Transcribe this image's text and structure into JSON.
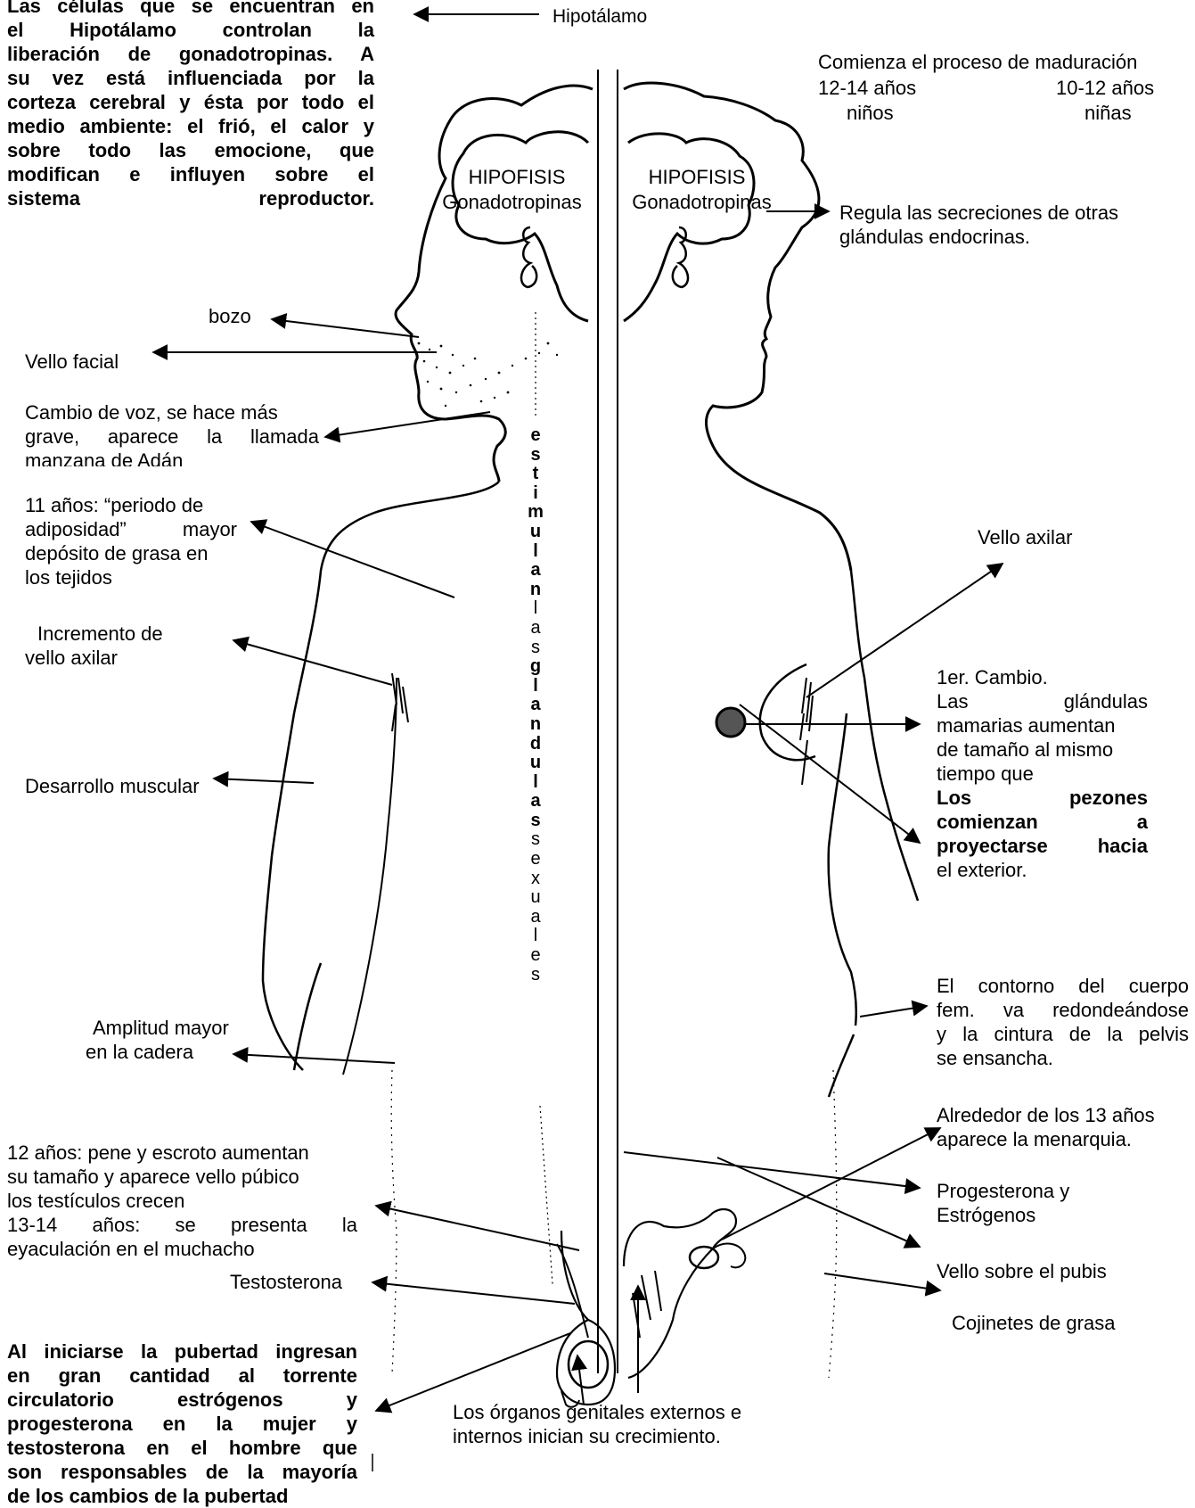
{
  "top_left": {
    "lines": [
      "Las células que se encuentran en",
      "el Hipotálamo controlan la",
      "liberación de gonadotropinas. A",
      "su vez está influenciada por la",
      "corteza cerebral y ésta por todo el",
      "medio ambiente: el frió, el calor y",
      "sobre todo las emocione, que",
      "modifican e influyen sobre el",
      "sistema reproductor."
    ]
  },
  "hipotalamo_label": "Hipotálamo",
  "maduracion": {
    "line1": "Comienza el proceso de maduración",
    "boys_age": "12-14 años",
    "girls_age": "10-12 años",
    "boys": "niños",
    "girls": "niñas"
  },
  "hipofisis": {
    "title": "HIPOFISIS",
    "subtitle": "Gonadotropinas",
    "left_subtitle": "Gonadotropinas"
  },
  "regula": [
    "Regula las secreciones de otras",
    "glándulas endocrinas."
  ],
  "male": {
    "bozo": "bozo",
    "vello_facial": "Vello facial",
    "voz": [
      "Cambio de voz, se hace más",
      "grave, aparece la llamada",
      "manzana de Adán"
    ],
    "adiposidad": [
      "11 años: “periodo de",
      "adiposidad” mayor",
      "depósito de grasa en",
      "los tejidos"
    ],
    "axilar": [
      "Incremento de",
      "vello axilar"
    ],
    "muscular": "Desarrollo muscular",
    "cadera": [
      "Amplitud mayor",
      "en la cadera"
    ],
    "genitales": [
      "12 años: pene y escroto aumentan",
      "su tamaño y aparece vello púbico",
      "los testículos crecen",
      "13-14 años: se presenta la",
      "eyaculación en el muchacho"
    ],
    "testosterona": "Testosterona",
    "pubertad": [
      "Al iniciarse la pubertad ingresan",
      "en gran cantidad al torrente",
      "circulatorio estrógenos y",
      "progesterona en la mujer y",
      "testosterona en el hombre que",
      "son responsables de la mayoría",
      "de los cambios de la pubertad"
    ]
  },
  "vertical_text": {
    "bold_letters": [
      "e",
      "s",
      "t",
      "i",
      "m",
      "u",
      "l",
      "a",
      "n"
    ],
    "plain_letters": [
      "l",
      "a",
      "s"
    ],
    "bold_letters_2": [
      "g",
      "l",
      "a",
      "n",
      "d",
      "u",
      "l",
      "a",
      "s"
    ],
    "plain_letters_2": [
      "s",
      "e",
      "x",
      "u",
      "a",
      "l",
      "e",
      "s"
    ]
  },
  "female": {
    "vello_axilar": "Vello axilar",
    "cambio1": "1er. Cambio.",
    "mamas": [
      "Las glándulas",
      "mamarias aumentan",
      "de tamaño al mismo",
      "tiempo que"
    ],
    "pezones_bold": [
      "Los pezones",
      "comienzan a",
      "proyectarse hacia"
    ],
    "pezones_end": "el exterior.",
    "contorno": [
      "El contorno del cuerpo",
      "fem. va redondeándose",
      "y la cintura de la pelvis",
      "se ensancha."
    ],
    "menarquia": [
      "Alrededor de los 13 años",
      "aparece la menarquia."
    ],
    "hormonas": [
      "Progesterona y",
      "Estrógenos"
    ],
    "pubis": "Vello sobre el pubis",
    "cojinetes": "Cojinetes de grasa"
  },
  "organos": [
    "Los órganos genitales externos e",
    "internos inician su crecimiento."
  ]
}
